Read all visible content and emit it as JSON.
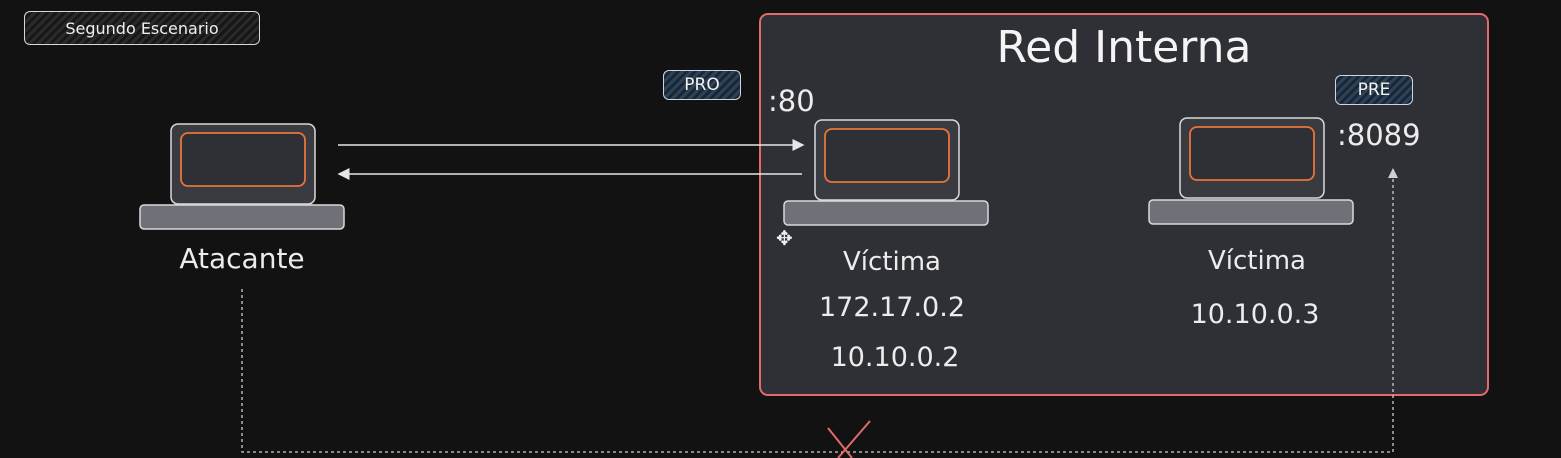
{
  "diagram": {
    "scenario_tag": "Segundo Escenario",
    "region": {
      "title": "Red Interna",
      "border_color": "#e26a6a"
    },
    "nodes": [
      {
        "id": "atacante",
        "name": "Atacante",
        "ips": [],
        "port": "",
        "badge": ""
      },
      {
        "id": "victima-1",
        "name": "Víctima",
        "ips": [
          "172.17.0.2",
          "10.10.0.2"
        ],
        "port": ":80",
        "badge": "PRO"
      },
      {
        "id": "victima-2",
        "name": "Víctima",
        "ips": [
          "10.10.0.3"
        ],
        "port": ":8089",
        "badge": "PRE"
      }
    ],
    "colors": {
      "background": "#121212",
      "region_fill": "#2f3036",
      "screen_border": "#e8753c",
      "laptop_body": "#3a3b41",
      "laptop_base": "#707178",
      "blocked_mark": "#e26a6a"
    },
    "move_cursor_icon": "move-cursor-icon"
  }
}
